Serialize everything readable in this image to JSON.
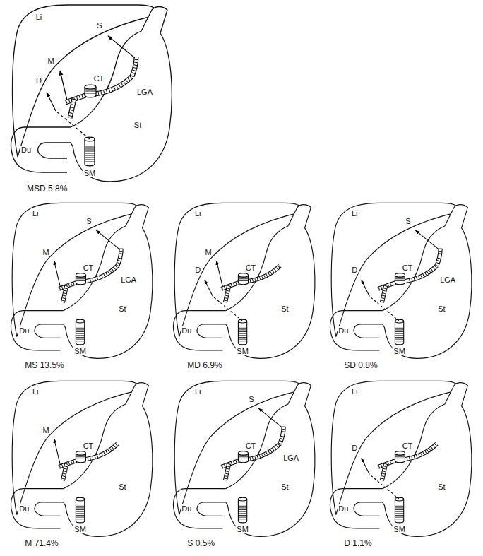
{
  "diagram": {
    "labels": [
      "Li",
      "S",
      "M",
      "D",
      "CT",
      "LGA",
      "St",
      "Du",
      "SM",
      "MSD 5.8%",
      "Li",
      "S",
      "M",
      "CT",
      "LGA",
      "St",
      "Du",
      "SM",
      "MS 13.5%",
      "Li",
      "M",
      "D",
      "CT",
      "St",
      "Du",
      "SM",
      "MD 6.9%",
      "Li",
      "S",
      "D",
      "CT",
      "LGA",
      "St",
      "Du",
      "SM",
      "SD 0.8%",
      "Li",
      "M",
      "CT",
      "St",
      "Du",
      "SM",
      "M 71.4%",
      "Li",
      "S",
      "CT",
      "LGA",
      "St",
      "Du",
      "SM",
      "S 0.5%",
      "Li",
      "D",
      "CT",
      "St",
      "Du",
      "SM",
      "D 1.1%"
    ]
  }
}
